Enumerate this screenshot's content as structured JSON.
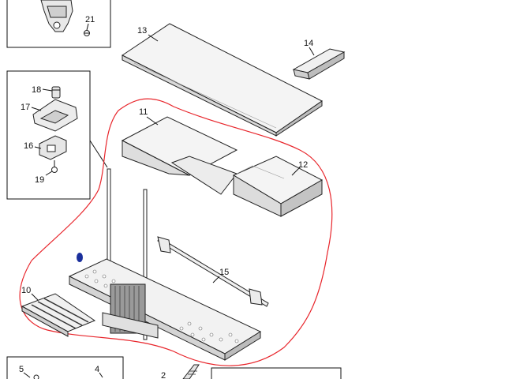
{
  "labels": {
    "p21": "21",
    "p13": "13",
    "p14": "14",
    "p18": "18",
    "p17": "17",
    "p16": "16",
    "p19": "19",
    "p11": "11",
    "p12": "12",
    "p15": "15",
    "p10": "10",
    "p5": "5",
    "p4": "4",
    "p2": "2"
  },
  "colors": {
    "highlight_outline": "#e8252b",
    "selected_marker": "#1a2f9c",
    "line": "#111111",
    "panel_fill": "#f2f2f2"
  },
  "selected_part_marker": "1"
}
